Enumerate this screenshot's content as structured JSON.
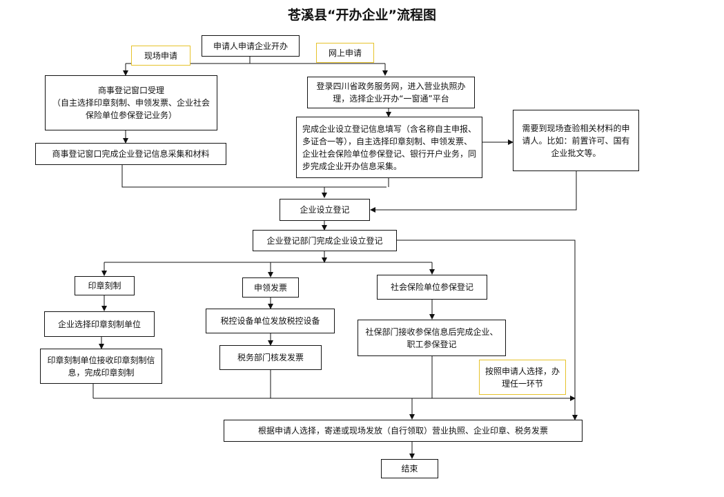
{
  "title": "苍溪县“开办企业”流程图",
  "colors": {
    "line": "#111111",
    "note_border": "#e6c229",
    "background": "#ffffff"
  },
  "nodes": {
    "start": "申请人申请企业开办",
    "onsite_label": "现场申请",
    "online_label": "网上申请",
    "window_accept": "商事登记窗口受理\n（自主选择印章刻制、申领发票、企业社会保险单位参保登记业务）",
    "window_collect": "商事登记窗口完成企业登记信息采集和材料",
    "online_login": "登录四川省政务服务网，进入营业执照办理，选择企业开办“一窗通”平台",
    "online_fill": "完成企业设立登记信息填写（含名称自主申报、多证合一等），自主选择印章刻制、申领发票、企业社会保险单位参保登记、银行开户业务，同步完成企业开办信息采集。",
    "verify_note": "需要到现场查验相关材料的申请人。比如：前置许可、国有企业批文等。",
    "establish": "企业设立登记",
    "registration_done": "企业登记部门完成企业设立登记",
    "seal": "印章刻制",
    "invoice": "申领发票",
    "social_insurance": "社会保险单位参保登记",
    "seal_select": "企业选择印章刻制单位",
    "seal_complete": "印章刻制单位接收印章刻制信息，完成印章刻制",
    "tax_device": "税控设备单位发放税控设备",
    "tax_invoice": "税务部门核发发票",
    "si_complete": "社保部门接收参保信息后完成企业、职工参保登记",
    "choice_note": "按照申请人选择，办理任一环节",
    "delivery": "根据申请人选择，寄递或现场发放（自行领取）营业执照、企业印章、税务发票",
    "end": "结束"
  }
}
